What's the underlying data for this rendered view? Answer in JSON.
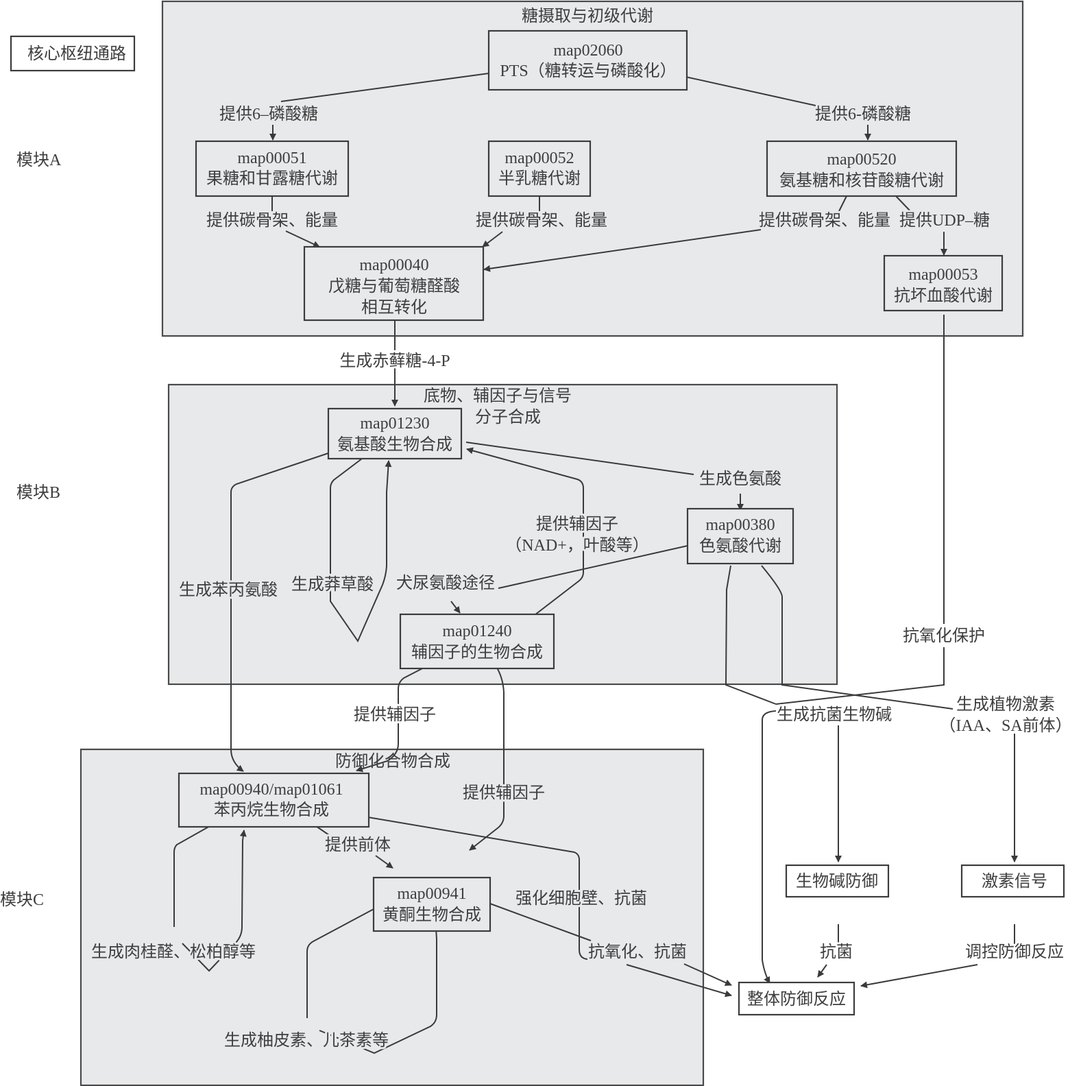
{
  "legend": {
    "label": "核心枢纽通路"
  },
  "modules": [
    {
      "id": "A",
      "label": "模块A"
    },
    {
      "id": "B",
      "label": "模块B"
    },
    {
      "id": "C",
      "label": "模块C"
    }
  ],
  "clusters": {
    "a": {
      "title": "糖摄取与初级代谢"
    },
    "b": {
      "title_line1": "底物、辅因子与信号",
      "title_line2": "分子合成"
    },
    "c": {
      "title": "防御化合物合成"
    }
  },
  "nodes": {
    "map02060": {
      "code": "map02060",
      "name": "PTS（糖转运与磷酸化）"
    },
    "map00051": {
      "code": "map00051",
      "name": "果糖和甘露糖代谢"
    },
    "map00052": {
      "code": "map00052",
      "name": "半乳糖代谢"
    },
    "map00520": {
      "code": "map00520",
      "name": "氨基糖和核苷酸糖代谢"
    },
    "map00040": {
      "code": "map00040",
      "name_line1": "戊糖与葡萄糖醛酸",
      "name_line2": "相互转化"
    },
    "map00053": {
      "code": "map00053",
      "name": "抗坏血酸代谢"
    },
    "map01230": {
      "code": "map01230",
      "name": "氨基酸生物合成"
    },
    "map00380": {
      "code": "map00380",
      "name": "色氨酸代谢"
    },
    "map01240": {
      "code": "map01240",
      "name": "辅因子的生物合成"
    },
    "map00940": {
      "code": "map00940/map01061",
      "name": "苯丙烷生物合成"
    },
    "map00941": {
      "code": "map00941",
      "name": "黄酮生物合成"
    },
    "alkaloid_defense": {
      "name": "生物碱防御"
    },
    "hormone_signal": {
      "name": "激素信号"
    },
    "overall_defense": {
      "name": "整体防御反应"
    }
  },
  "edge_labels": {
    "pts_to_00051": "提供6–磷酸糖",
    "pts_to_00520": "提供6-磷酸糖",
    "e00051_to_00040": "提供碳骨架、能量",
    "e00052_to_00040": "提供碳骨架、能量",
    "e00520_to_00040": "提供碳骨架、能量",
    "e00520_to_00053": "提供UDP–糖",
    "e00040_to_01230": "生成赤藓糖-4-P",
    "e01230_to_00380": "生成色氨酸",
    "e01240_to_01230_line1": "提供辅因子",
    "e01240_to_01230_line2": "（NAD+，叶酸等）",
    "e00380_to_01240": "犬尿氨酸途径",
    "e01230_to_00940": "生成苯丙氨酸",
    "e01230_shikimate": "生成莽草酸",
    "e01240_to_00940": "提供辅因子",
    "e01240_to_00941": "提供辅因子",
    "e00053_antioxidant": "抗氧化保护",
    "e00380_alkaloid": "生成抗菌生物碱",
    "e00380_hormone_line1": "生成植物激素",
    "e00380_hormone_line2": "（IAA、SA前体）",
    "e00940_to_00941": "提供前体",
    "e00940_cinnamaldehyde": "生成肉桂醛、松柏醇等",
    "e00940_cellwall": "强化细胞壁、抗菌",
    "e00941_antioxidant": "抗氧化、抗菌",
    "e00941_naringenin": "生成柚皮素、儿茶素等",
    "alkaloid_antibacterial": "抗菌",
    "hormone_regulate": "调控防御反应"
  }
}
